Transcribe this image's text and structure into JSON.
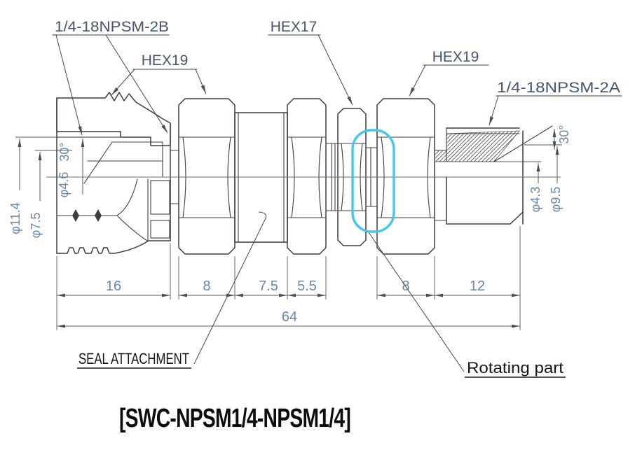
{
  "title": "[SWC-NPSM1/4-NPSM1/4]",
  "labels": {
    "thread_female": "1/4-18NPSM-2B",
    "hex_left": "HEX19",
    "hex_small": "HEX17",
    "hex_right": "HEX19",
    "thread_male": "1/4-18NPSM-2A",
    "seal_attachment": "SEAL ATTACHMENT",
    "rotating_part": "Rotating part"
  },
  "dimensions": {
    "length_16": "16",
    "length_8a": "8",
    "length_7_5": "7.5",
    "length_5_5": "5.5",
    "length_8b": "8",
    "length_12": "12",
    "overall_64": "64",
    "dia_11_4": "φ11.4",
    "dia_7_5": "φ7.5",
    "dia_4_6": "φ4.6",
    "angle_left": "30°",
    "dia_4_3": "φ4.3",
    "dia_9_5": "φ9.5",
    "angle_right": "30°"
  },
  "colors": {
    "highlight": "#45c6ec",
    "dimension_text": "#6a87a8",
    "label_text": "#44566e",
    "annotation_text": "#151515",
    "line": "#3a3f46"
  }
}
